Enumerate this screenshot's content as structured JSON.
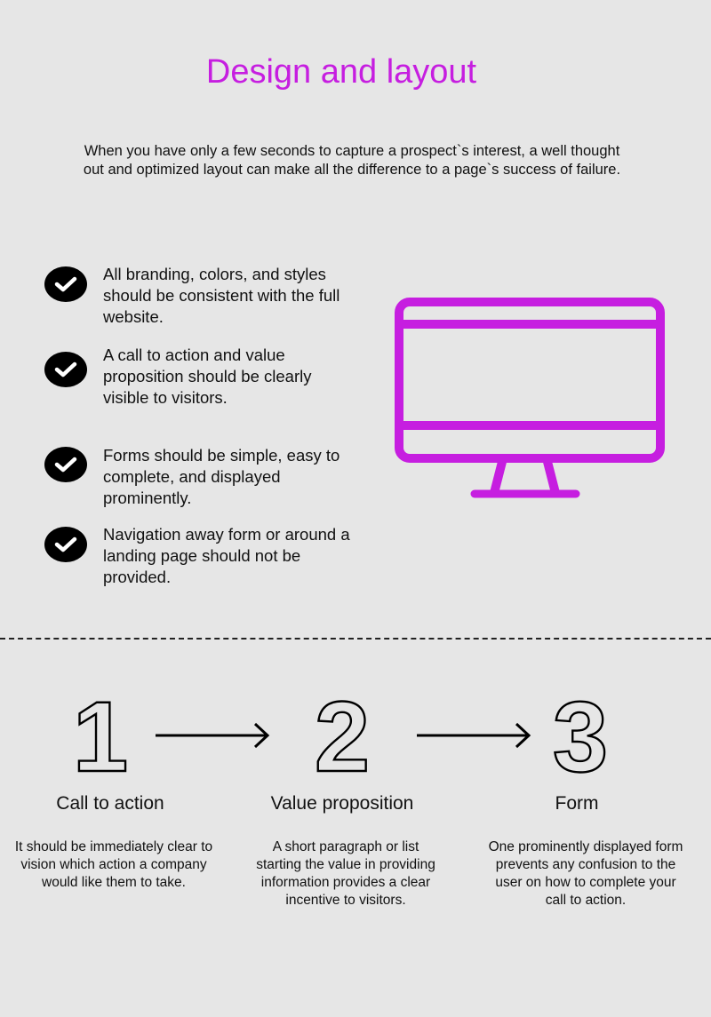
{
  "header": {
    "title": "Design and layout",
    "intro": "When you have only a few seconds to capture a prospect`s interest, a well thought out and optimized layout can make all the difference to a page`s success of failure."
  },
  "checklist": [
    {
      "icon": "check-icon",
      "text": "All branding, colors, and styles should be consistent with the full website."
    },
    {
      "icon": "check-icon",
      "text": "A call to action and value proposition should be clearly visible to visitors."
    },
    {
      "icon": "check-icon",
      "text": "Forms should be simple, easy to complete, and displayed prominently."
    },
    {
      "icon": "check-icon",
      "text": "Navigation away form or around a landing page should not be provided."
    }
  ],
  "illustration": {
    "icon": "monitor-icon",
    "color": "#c61ee0"
  },
  "steps": [
    {
      "number": "1",
      "title": "Call to action",
      "description": "It should be immediately clear to vision which action a company would like them to take."
    },
    {
      "number": "2",
      "title": "Value proposition",
      "description": "A short paragraph or list starting the value in providing information provides a clear incentive to visitors."
    },
    {
      "number": "3",
      "title": "Form",
      "description": "One prominently displayed form prevents any confusion to the user on how to complete your call to action."
    }
  ],
  "colors": {
    "accent": "#c61ee0",
    "background": "#e6e6e6",
    "text": "#111111"
  }
}
